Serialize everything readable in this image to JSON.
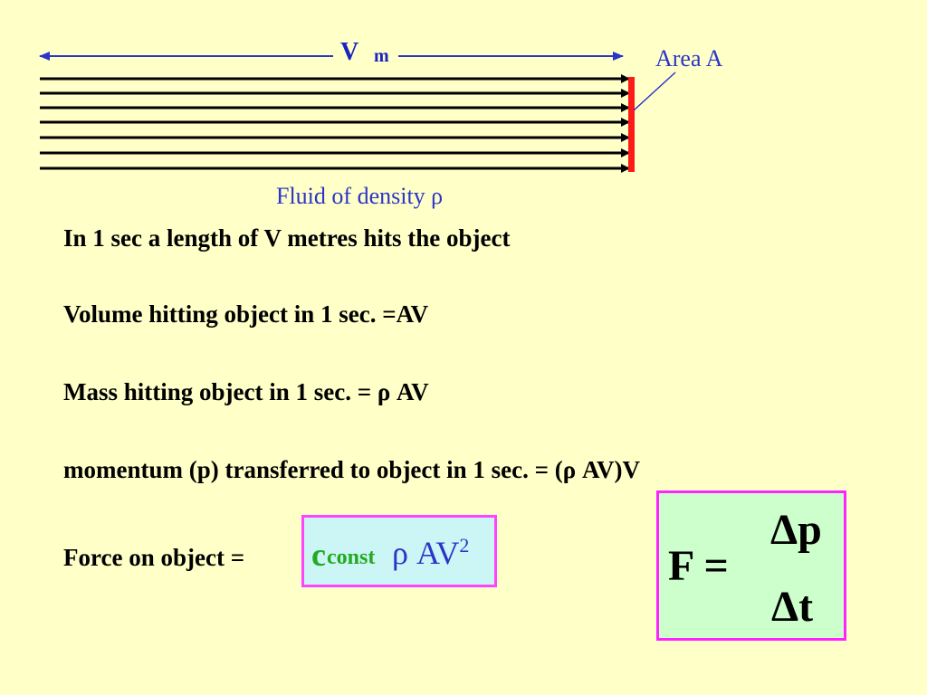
{
  "diagram": {
    "v_label": "V",
    "m_label": "m",
    "area_label": "Area A",
    "fluid_label": "Fluid of density ρ",
    "colors": {
      "arrow_blue": "#2b35c8",
      "object_red": "#ff1a1a",
      "flow_black": "#000000"
    }
  },
  "text": {
    "line1": "In 1 sec a length of V metres hits the object",
    "line2": "Volume hitting object in 1 sec.  =AV",
    "line3": "Mass hitting object in 1 sec.  = ρ AV",
    "line4": "momentum (p) transferred to object in 1 sec.  = (ρ AV)V",
    "force_prefix": "Force on object ="
  },
  "force_box": {
    "c": "c",
    "const": "const",
    "rho_av": "ρ AV",
    "exponent": "2"
  },
  "formula": {
    "lhs": "F =",
    "numerator": "Δp",
    "denominator": "Δt"
  },
  "colors": {
    "background": "#ffffc8",
    "box1_bg": "#ccf5f5",
    "box2_bg": "#ccffcc",
    "box_border": "#ff44ff",
    "green": "#22aa22"
  }
}
